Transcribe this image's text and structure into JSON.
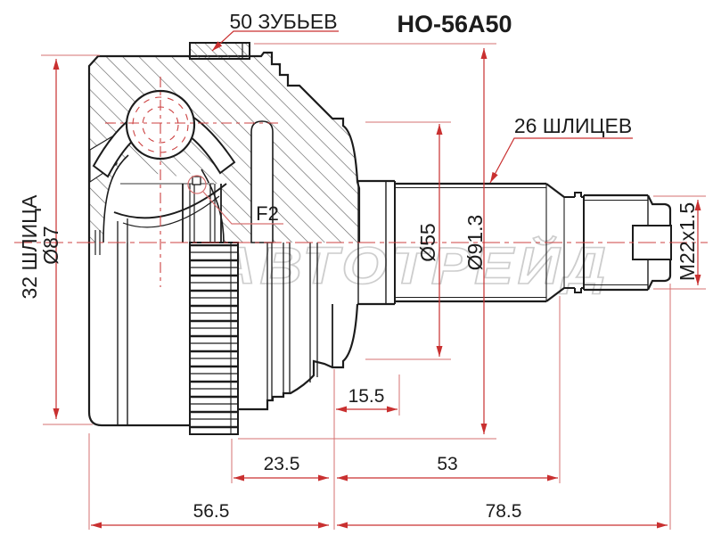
{
  "drawing": {
    "title": "HO-56A50",
    "labels": {
      "teeth_count": "50 ЗУБЬЕВ",
      "outer_splines": "26 ШЛИЦЕВ",
      "inner_splines": "32 ШЛИЦА",
      "body_diameter": "Ø87",
      "shaft_diameter": "Ø55",
      "abs_ring_diameter": "Ø91.3",
      "thread": "M22x1.5",
      "note": "F2"
    },
    "dimensions": {
      "boot_seat_length": "15.5",
      "ring_to_body_end": "23.5",
      "shaft_length": "53",
      "body_length": "56.5",
      "shaft_total_length": "78.5"
    },
    "watermark": "АВТОТРЕЙД",
    "colors": {
      "line": "#1c1c1c",
      "dimension_red": "#c93030",
      "extension_red": "#d67070",
      "centerline_red": "#cc4040",
      "hatch_gray": "#5a5a5a",
      "watermark_gray": "#cdcdcd",
      "background": "#ffffff"
    }
  }
}
